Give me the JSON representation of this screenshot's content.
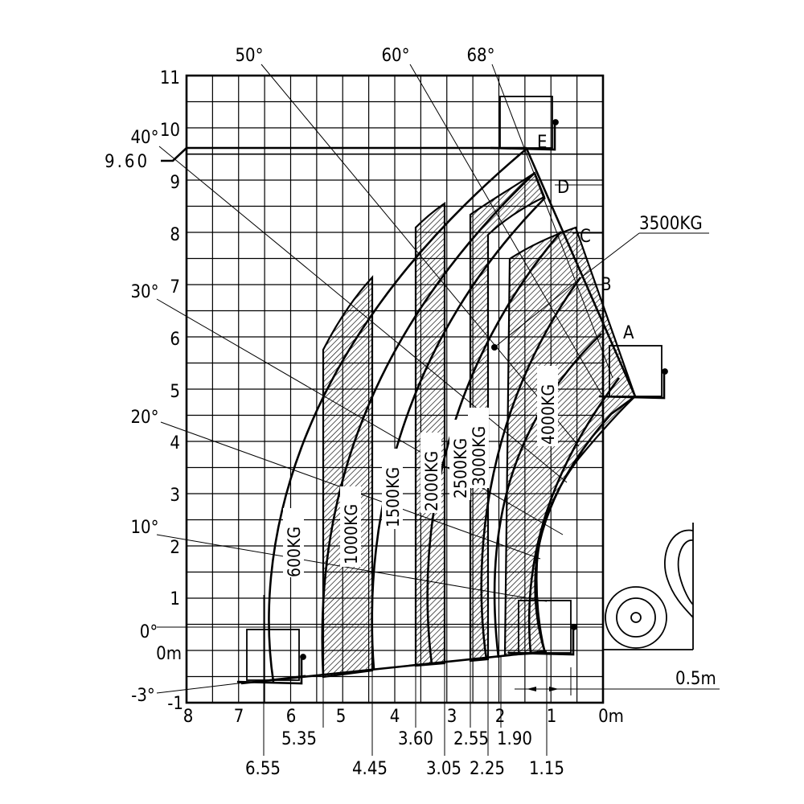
{
  "y_axis": {
    "ticks": [
      "11",
      "10",
      "9",
      "8",
      "7",
      "6",
      "5",
      "4",
      "3",
      "2",
      "1",
      "0m",
      "-1"
    ]
  },
  "x_axis": {
    "ticks": [
      "8",
      "7",
      "6",
      "5",
      "4",
      "3",
      "2",
      "1",
      "0m"
    ]
  },
  "max_height_label": "9.60",
  "angles": [
    "50°",
    "60°",
    "68°",
    "40°",
    "30°",
    "20°",
    "10°",
    "0°",
    "-3°"
  ],
  "reach_dimensions_upper": [
    "5.35",
    "3.60",
    "2.55",
    "1.90"
  ],
  "reach_dimensions_lower": [
    "6.55",
    "4.45",
    "3.05",
    "2.25",
    "1.15"
  ],
  "load_zones": [
    "600KG",
    "1000KG",
    "1500KG",
    "2000KG",
    "2500KG",
    "3000KG",
    "4000KG"
  ],
  "callout_load": "3500KG",
  "points": [
    "E",
    "D",
    "C",
    "B",
    "A"
  ],
  "scale_label": "0.5m"
}
